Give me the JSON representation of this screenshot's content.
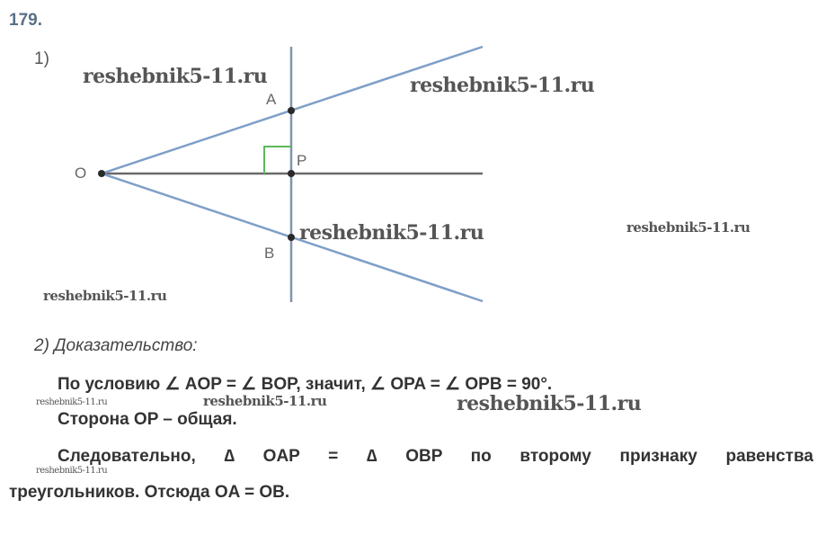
{
  "problem_number": "179.",
  "part1_label": "1)",
  "figure": {
    "points": {
      "O": "O",
      "A": "A",
      "P": "P",
      "B": "B"
    },
    "colors": {
      "rays": "#7f9fc8",
      "axis": "#6a6a6a",
      "perpendicular": "#7f95ae",
      "right_angle": "#5cb85c",
      "points": "#2a2a2a"
    }
  },
  "proof": {
    "heading": "2) Доказательство:",
    "line1": "По условию ∠ AOP = ∠ BOP, значит, ∠ OPA = ∠ OPB = 90°.",
    "line2": "Сторона OP – общая.",
    "line3": "Следовательно, ∆ OAP = ∆ OBP по второму признаку равенства",
    "line4": "треугольников. Отсюда OA = OB."
  },
  "watermark": "reshebnik5-11.ru"
}
